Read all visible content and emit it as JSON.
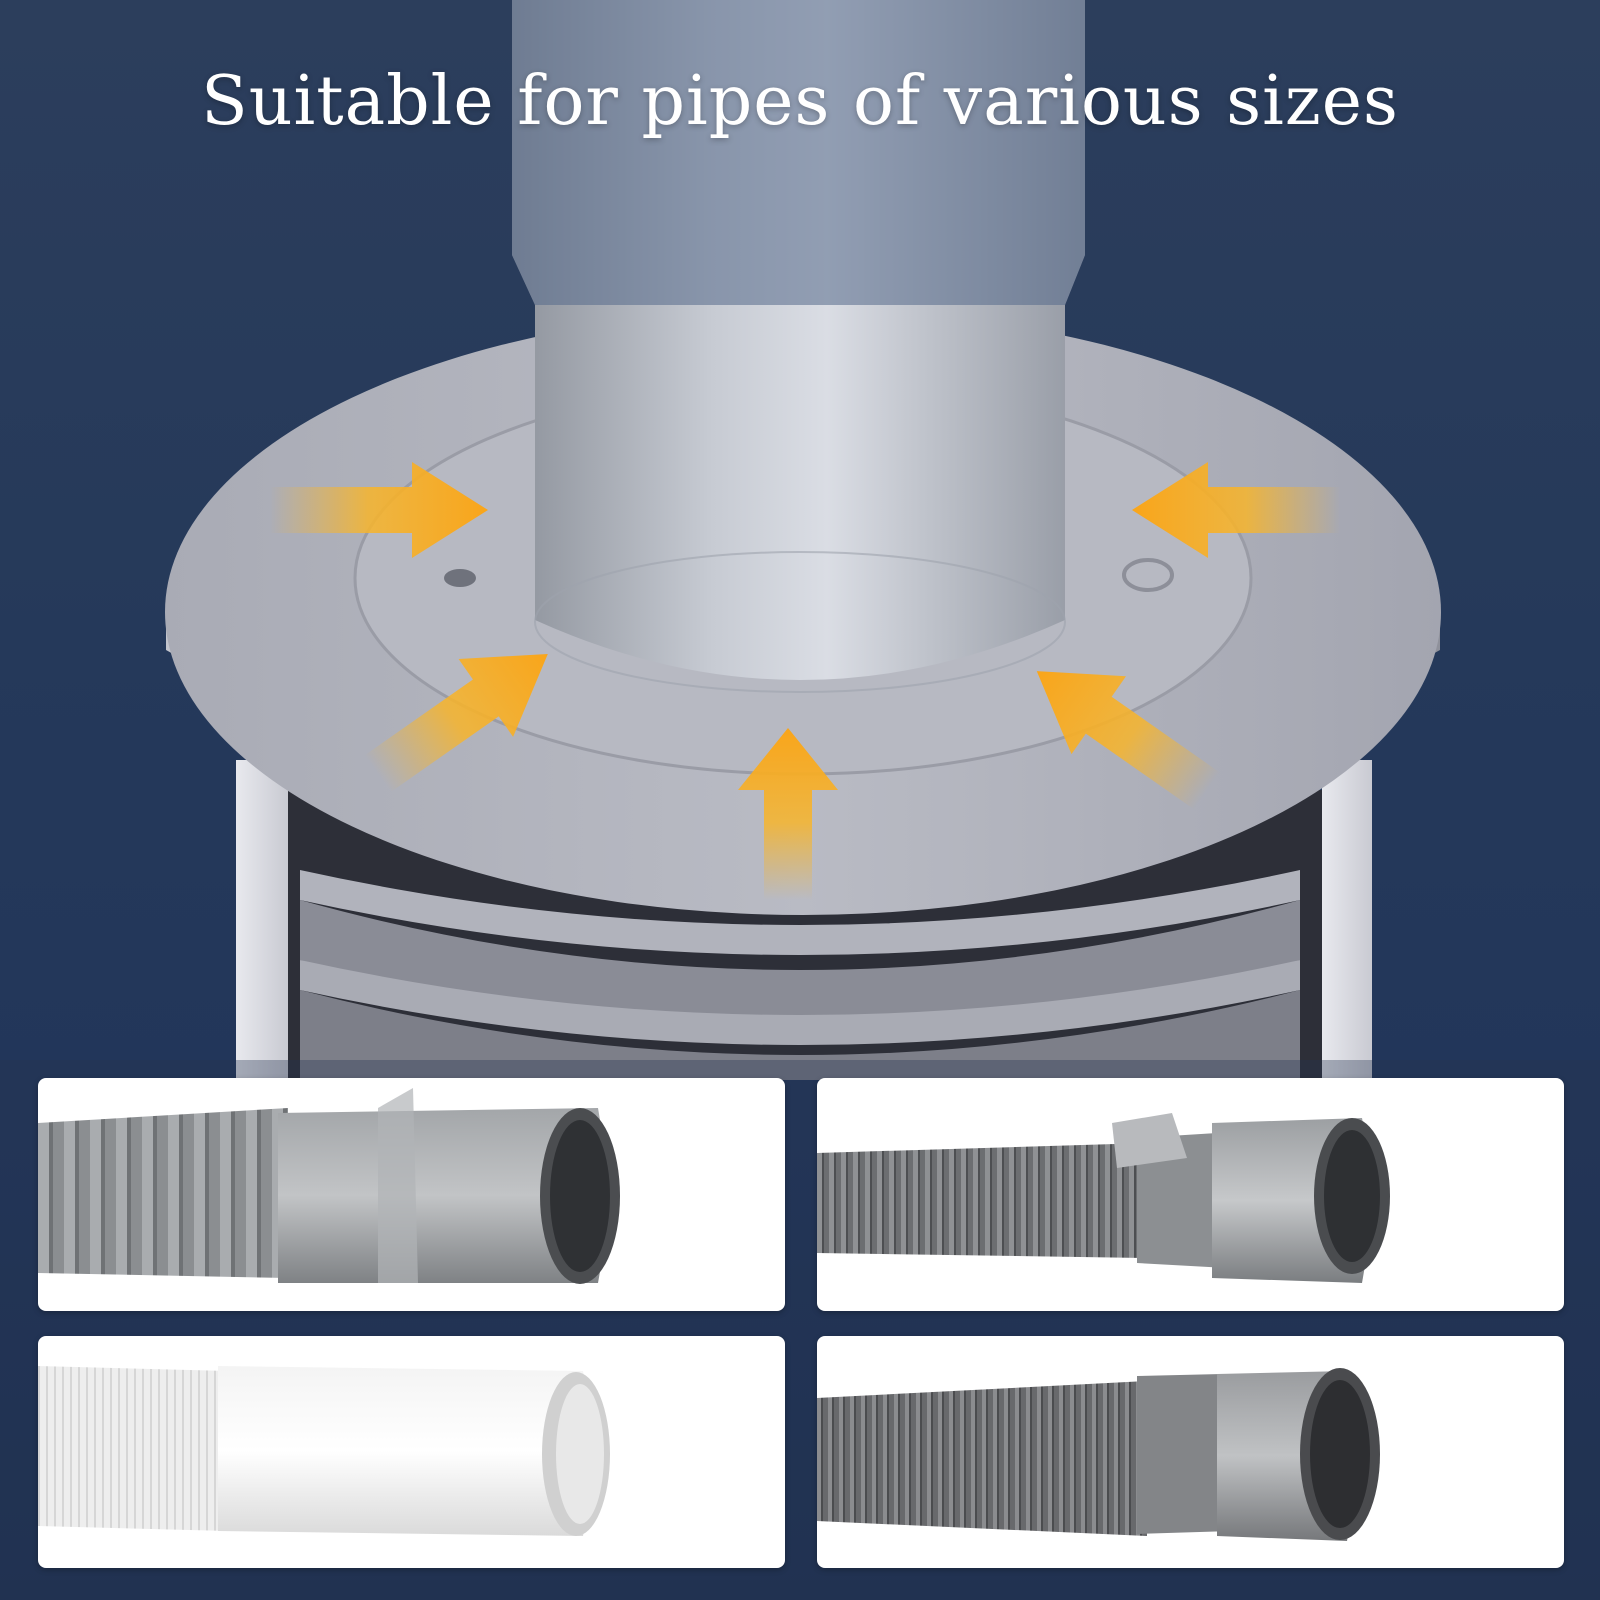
{
  "headline": "Suitable for pipes of various sizes",
  "colors": {
    "background": "#24344f",
    "arrow": "#f7b52c",
    "seal_gray": "#9da0ab",
    "pipe_gray": "#8c8f93",
    "hose_white": "#f2f2f2"
  },
  "panels": [
    {
      "name": "gray-hose-with-grey-coupler"
    },
    {
      "name": "dark-corrugated-hose-with-clip"
    },
    {
      "name": "white-corrugated-hose"
    },
    {
      "name": "dark-corrugated-hose-with-gray-end"
    }
  ]
}
